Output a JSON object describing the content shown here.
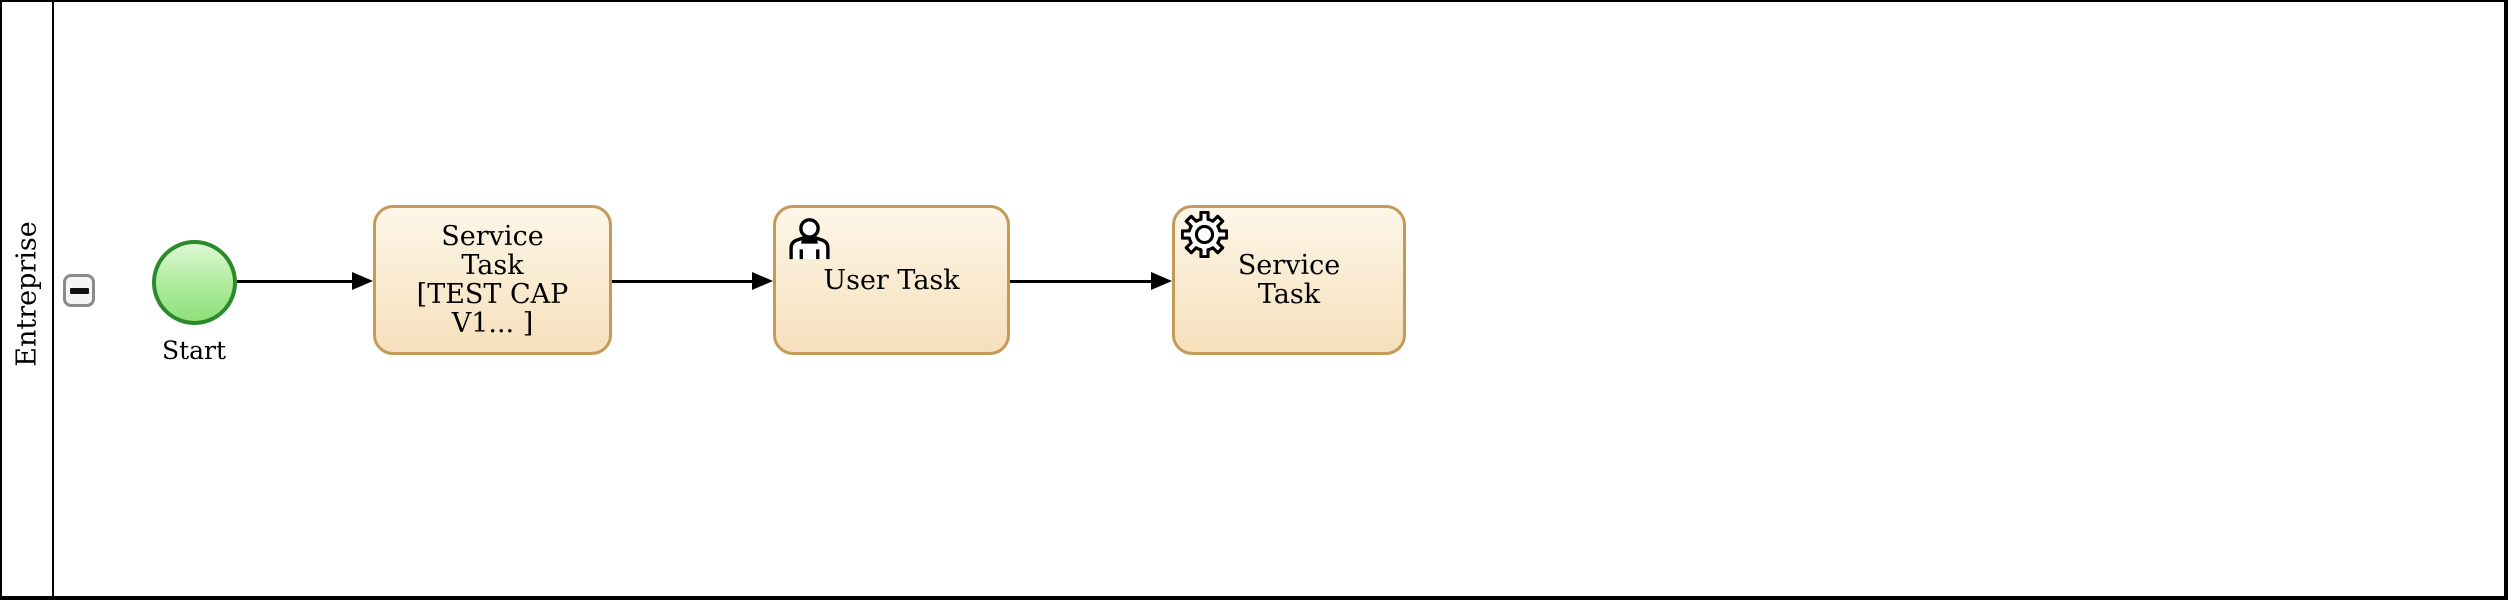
{
  "lane": {
    "label": "Entreprise",
    "collapse_button_icon": "minus-icon"
  },
  "process": {
    "start_event": {
      "label": "Start"
    },
    "tasks": [
      {
        "name": "service-task-1",
        "type": "service",
        "label": "Service\nTask\n[TEST CAP\nV1... ]",
        "icon": "none"
      },
      {
        "name": "user-task",
        "type": "user",
        "label": "User Task",
        "icon": "user-icon"
      },
      {
        "name": "service-task-2",
        "type": "service",
        "label": "Service\nTask",
        "icon": "gear-icon"
      }
    ],
    "flows": [
      {
        "from": "start-event",
        "to": "service-task-1"
      },
      {
        "from": "service-task-1",
        "to": "user-task"
      },
      {
        "from": "user-task",
        "to": "service-task-2"
      }
    ]
  },
  "colors": {
    "task_border": "#c49a5a",
    "task_fill_top": "#fdf6e8",
    "task_fill_bottom": "#f6dfbc",
    "start_border": "#2b8a2b",
    "start_fill_top": "#ddf7d4",
    "start_fill_bottom": "#8fe07c",
    "flow": "#000000",
    "pool_border": "#000000",
    "collapse_button_border": "#8a8a8a",
    "collapse_button_fill": "#f5f5f5"
  }
}
